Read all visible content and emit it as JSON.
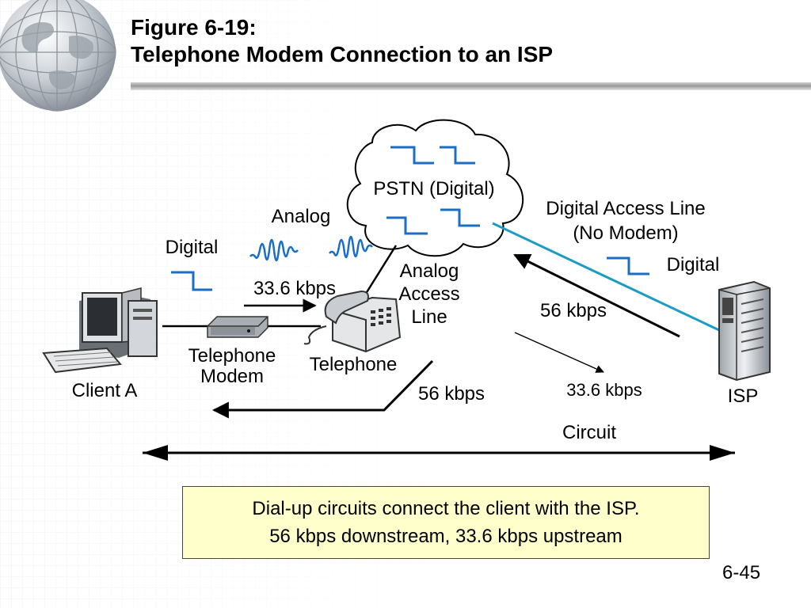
{
  "title": {
    "line1": "Figure 6-19:",
    "line2": "Telephone Modem Connection to an ISP"
  },
  "diagram": {
    "pstn_label": "PSTN (Digital)",
    "analog_label": "Analog",
    "digital_left_label": "Digital",
    "upstream_rate_top": "33.6 kbps",
    "analog_access_line": [
      "Analog",
      "Access",
      "Line"
    ],
    "digital_access_line": [
      "Digital Access Line",
      "(No Modem)"
    ],
    "digital_right_label": "Digital",
    "downstream_rate_isp": "56 kbps",
    "downstream_rate_client": "56 kbps",
    "upstream_rate_isp": "33.6 kbps",
    "telephone_modem": [
      "Telephone",
      "Modem"
    ],
    "telephone_label": "Telephone",
    "client_label": "Client A",
    "isp_label": "ISP",
    "circuit_label": "Circuit",
    "colors": {
      "digital_line": "#1a9cc3",
      "wave": "#1a6fc4",
      "note_bg": "#ffffcc"
    }
  },
  "note": {
    "line1": "Dial-up circuits connect the client with the ISP.",
    "line2": "56 kbps downstream, 33.6 kbps upstream"
  },
  "page_number": "6-45"
}
